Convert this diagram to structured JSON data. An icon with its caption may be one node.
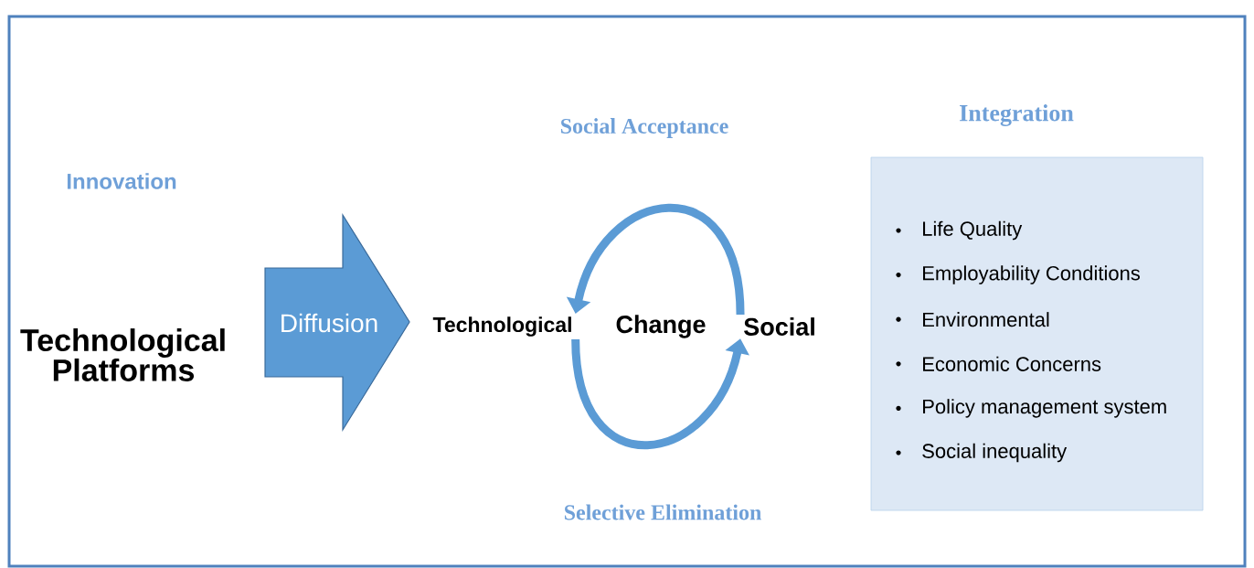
{
  "diagram": {
    "nodes": [
      {
        "text": [
          "Technological Platforms"
        ]
      },
      {
        "text": [
          "Diffusion"
        ]
      },
      {
        "text": [
          "Technological"
        ]
      },
      {
        "text": [
          "Change"
        ]
      },
      {
        "text": [
          "Social"
        ]
      },
      {
        "text": [
          "Integration",
          "Life Quality",
          "Employability Conditions",
          "Environmental",
          "Economic Concerns",
          "Policy management system",
          "Social inequality"
        ]
      }
    ],
    "edges": [
      {
        "from": 4,
        "to": 2,
        "arrow": "to",
        "label": "Social Acceptance"
      },
      {
        "from": 2,
        "to": 4,
        "arrow": "to",
        "label": "Selective Elimination"
      }
    ],
    "labels": [
      "Innovation"
    ]
  }
}
